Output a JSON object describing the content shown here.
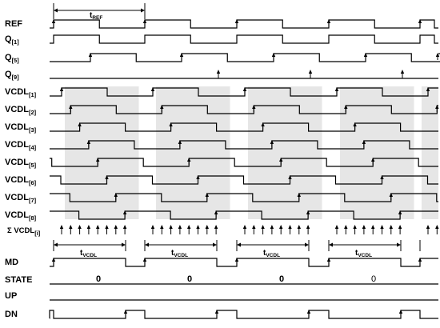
{
  "signals": [
    {
      "id": "ref",
      "name": "REF",
      "sub": "",
      "prefix": ""
    },
    {
      "id": "q1",
      "name": "Q",
      "sub": "[1]",
      "prefix": ""
    },
    {
      "id": "q5",
      "name": "Q",
      "sub": "[5]",
      "prefix": ""
    },
    {
      "id": "q9",
      "name": "Q",
      "sub": "[9]",
      "prefix": ""
    },
    {
      "id": "vcdl1",
      "name": "VCDL",
      "sub": "[1]",
      "prefix": ""
    },
    {
      "id": "vcdl2",
      "name": "VCDL",
      "sub": "[2]",
      "prefix": ""
    },
    {
      "id": "vcdl3",
      "name": "VCDL",
      "sub": "[3]",
      "prefix": ""
    },
    {
      "id": "vcdl4",
      "name": "VCDL",
      "sub": "[4]",
      "prefix": ""
    },
    {
      "id": "vcdl5",
      "name": "VCDL",
      "sub": "[5]",
      "prefix": ""
    },
    {
      "id": "vcdl6",
      "name": "VCDL",
      "sub": "[6]",
      "prefix": ""
    },
    {
      "id": "vcdl7",
      "name": "VCDL",
      "sub": "[7]",
      "prefix": ""
    },
    {
      "id": "vcdl8",
      "name": "VCDL",
      "sub": "[8]",
      "prefix": ""
    },
    {
      "id": "sum",
      "name": "VCDL",
      "sub": "[i]",
      "prefix": "Σ "
    },
    {
      "id": "md",
      "name": "MD",
      "sub": "",
      "prefix": ""
    },
    {
      "id": "state",
      "name": "STATE",
      "sub": "",
      "prefix": ""
    },
    {
      "id": "up",
      "name": "UP",
      "sub": "",
      "prefix": ""
    },
    {
      "id": "dn",
      "name": "DN",
      "sub": "",
      "prefix": ""
    }
  ],
  "period_label": {
    "main": "t",
    "sub": "REF"
  },
  "vcdl_interval_label": {
    "main": "t",
    "sub": "VCDL"
  },
  "state_values": [
    "0",
    "0",
    "0",
    "0"
  ],
  "colors": {
    "line": "#000000",
    "shade": "#e6e6e6",
    "background": "#ffffff"
  }
}
